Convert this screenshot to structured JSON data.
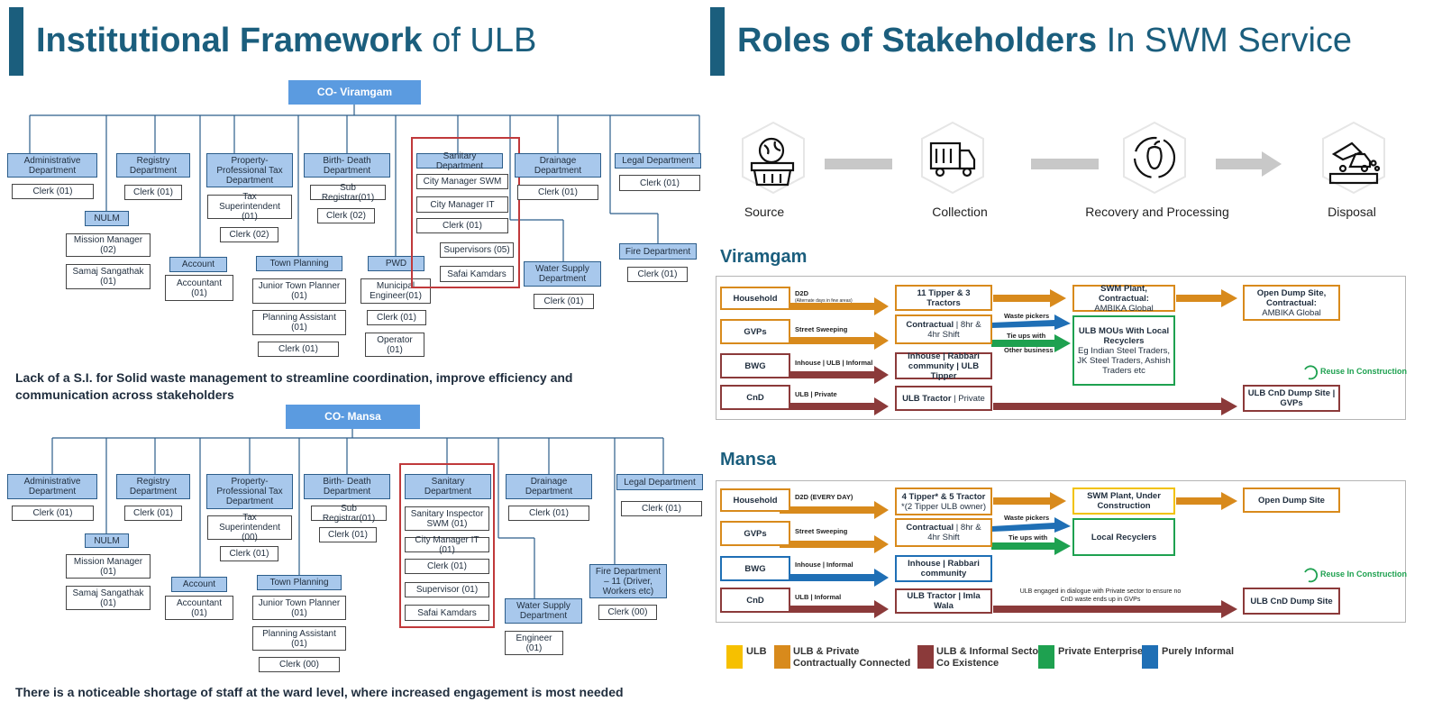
{
  "left_title": {
    "bold": "Institutional Framework",
    "rest": " of ULB"
  },
  "right_title": {
    "bold": "Roles of Stakeholders",
    "rest": " In SWM Service"
  },
  "viramgam_org": {
    "co": "CO- Viramgam",
    "admin": "Administrative Department",
    "admin_clerk": "Clerk (01)",
    "nulm": "NULM",
    "mission_manager": "Mission Manager (02)",
    "samaj": "Samaj Sangathak (01)",
    "registry": "Registry Department",
    "registry_clerk": "Clerk (01)",
    "account": "Account",
    "accountant": "Accountant (01)",
    "property": "Property- Professional Tax Department",
    "tax_super": "Tax Superintendent (01)",
    "property_clerk": "Clerk (02)",
    "town": "Town Planning",
    "jtp": "Junior Town Planner (01)",
    "planning_asst": "Planning Assistant (01)",
    "town_clerk": "Clerk (01)",
    "birth": "Birth- Death Department",
    "sub_reg": "Sub Registrar(01)",
    "birth_clerk": "Clerk (02)",
    "pwd": "PWD",
    "mun_eng": "Municipal Engineer(01)",
    "pwd_clerk": "Clerk (01)",
    "operator": "Operator (01)",
    "sanitary": "Sanitary Department",
    "cm_swm": "City Manager SWM",
    "cm_it": "City Manager IT",
    "san_clerk": "Clerk (01)",
    "supervisors": "Supervisors (05)",
    "safai": "Safai Kamdars",
    "drainage": "Drainage Department",
    "drain_clerk": "Clerk (01)",
    "water": "Water Supply Department",
    "water_clerk": "Clerk (01)",
    "legal": "Legal Department",
    "legal_clerk": "Clerk (01)",
    "fire": "Fire Department",
    "fire_clerk": "Clerk (01)"
  },
  "note1": "Lack of a S.I. for Solid waste management to streamline coordination, improve efficiency and communication across stakeholders",
  "mansa_org": {
    "co": "CO- Mansa",
    "admin": "Administrative Department",
    "admin_clerk": "Clerk (01)",
    "nulm": "NULM",
    "mission_manager": "Mission Manager (01)",
    "samaj": "Samaj Sangathak (01)",
    "registry": "Registry Department",
    "registry_clerk": "Clerk (01)",
    "account": "Account",
    "accountant": "Accountant (01)",
    "property": "Property- Professional Tax Department",
    "tax_super": "Tax Superintendent (00)",
    "property_clerk": "Clerk (01)",
    "town": "Town Planning",
    "jtp": "Junior Town Planner (01)",
    "planning_asst": "Planning Assistant (01)",
    "town_clerk": "Clerk (00)",
    "birth": "Birth- Death Department",
    "sub_reg": "Sub Registrar(01)",
    "birth_clerk": "Clerk (01)",
    "sanitary": "Sanitary Department",
    "si_swm": "Sanitary Inspector SWM (01)",
    "cm_it": "City Manager IT (01)",
    "san_clerk": "Clerk (01)",
    "supervisor": "Supervisor (01)",
    "safai": "Safai Kamdars",
    "drainage": "Drainage Department",
    "drain_clerk": "Clerk (01)",
    "water": "Water Supply Department",
    "engineer": "Engineer (01)",
    "legal": "Legal Department",
    "legal_clerk": "Clerk (01)",
    "fire": "Fire Department – 11 (Driver, Workers etc)",
    "fire_clerk": "Clerk (00)"
  },
  "note2": "There is a noticeable shortage of staff at the ward level, where increased engagement is most needed",
  "stages": [
    "Source",
    "Collection",
    "Recovery and Processing",
    "Disposal"
  ],
  "viramgam": {
    "name": "Viramgam",
    "sources": [
      "Household",
      "GVPs",
      "BWG",
      "CnD"
    ],
    "l_household": "D2D",
    "l_household_small": "(Alternate days in few areas)",
    "l_gvps": "Street Sweeping",
    "l_bwg": "Inhouse | ULB | Informal",
    "l_cnd": "ULB | Private",
    "c1": "11 Tipper & 3 Tractors",
    "c2_bold": "Contractual",
    "c2_rest": " | 8hr & 4hr Shift",
    "c3": "Inhouse | Rabbari community | ULB Tipper",
    "c4_bold": "ULB Tractor",
    "c4_rest": " | Private",
    "l_waste_pickers": "Waste pickers",
    "l_tieups": "Tie ups with",
    "l_other_business": "Other business",
    "r1_title": "SWM Plant, Contractual:",
    "r1_sub": "AMBIKA Global",
    "r2_title": "ULB MOUs With Local Recyclers",
    "r2_sub": "Eg Indian Steel Traders, JK Steel Traders, Ashish Traders etc",
    "d1_title": "Open Dump Site, Contractual:",
    "d1_sub": "AMBIKA Global",
    "d2": "ULB CnD Dump Site | GVPs",
    "reuse": "Reuse In Construction"
  },
  "mansa": {
    "name": "Mansa",
    "sources": [
      "Household",
      "GVPs",
      "BWG",
      "CnD"
    ],
    "l_household": "D2D (EVERY DAY)",
    "l_gvps": "Street Sweeping",
    "l_bwg": "Inhouse | Informal",
    "l_cnd": "ULB | Informal",
    "c1": "4 Tipper* & 5 Tractor",
    "c1_sub": "*(2 Tipper ULB owner)",
    "c2_bold": "Contractual",
    "c2_rest": " | 8hr & 4hr Shift",
    "c3": "Inhouse | Rabbari community",
    "c4": "ULB Tractor | Imla Wala",
    "l_waste_pickers": "Waste pickers",
    "l_tieups": "Tie ups with",
    "r1": "SWM Plant, Under Construction",
    "r2": "Local Recyclers",
    "d1": "Open Dump Site",
    "d2": "ULB CnD Dump Site",
    "cnd_note": "ULB engaged in dialogue with Private sector to ensure no CnD waste ends up in GVPs",
    "reuse": "Reuse In Construction"
  },
  "legend": [
    {
      "label": "ULB",
      "color": "#f6c000"
    },
    {
      "label": "ULB & Private Contractually Connected",
      "color": "#d88a1c"
    },
    {
      "label": "ULB & Informal Sector Co Existence",
      "color": "#8b3a3a"
    },
    {
      "label": "Private Enterprise",
      "color": "#1ea150"
    },
    {
      "label": "Purely Informal",
      "color": "#1f6fb5"
    }
  ]
}
